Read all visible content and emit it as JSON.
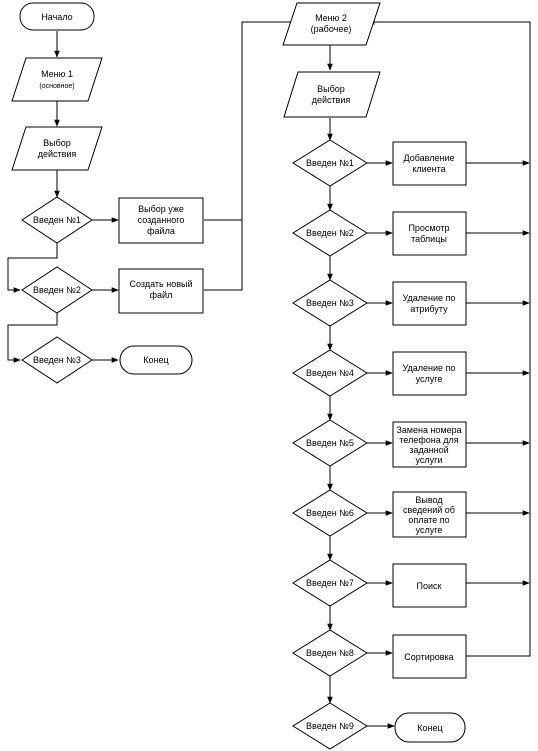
{
  "left_column": {
    "start": "Начало",
    "menu1": [
      "Меню 1",
      "(основное)"
    ],
    "choice": [
      "Выбор",
      "действия"
    ],
    "cond1": "Введен №1",
    "cond2": "Введен №2",
    "cond3": "Введен №3",
    "select_existing": [
      "Выбор уже",
      "созданного",
      "файла"
    ],
    "create_new": [
      "Создать новый",
      "файл"
    ],
    "end": "Конец"
  },
  "right_column": {
    "menu2": [
      "Меню 2",
      "(рабочее)"
    ],
    "choice": [
      "Выбор",
      "действия"
    ],
    "conditions": [
      "Введен №1",
      "Введен №2",
      "Введен №3",
      "Введен №4",
      "Введен №5",
      "Введен №6",
      "Введен №7",
      "Введен №8",
      "Введен №9"
    ],
    "actions": [
      [
        "Добавление",
        "клиента"
      ],
      [
        "Просмотр",
        "таблицы"
      ],
      [
        "Удаление по",
        "атрибуту"
      ],
      [
        "Удаление по",
        "услуге"
      ],
      [
        "Замена номера",
        "телефона для",
        "заданной",
        "услуги"
      ],
      [
        "Вывод",
        "сведений об",
        "оплате по",
        "услуге"
      ],
      [
        "Поиск"
      ],
      [
        "Сортировка"
      ]
    ],
    "end": "Конец"
  }
}
